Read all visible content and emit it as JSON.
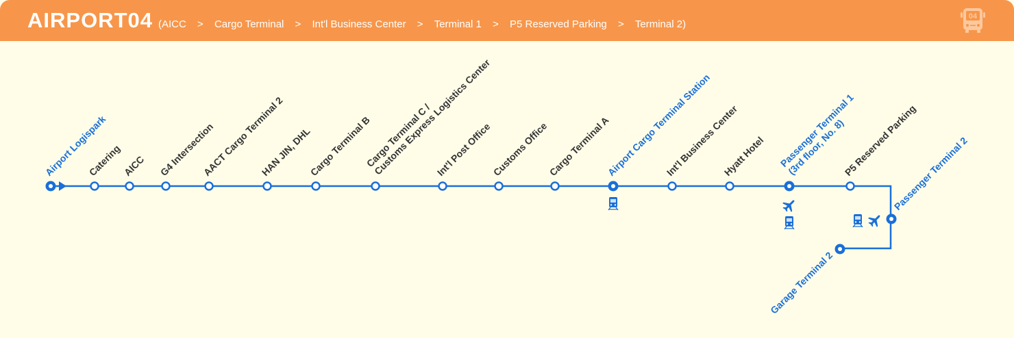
{
  "header": {
    "route_number": "AIRPORT04",
    "path_open": "(",
    "path": [
      "AICC",
      "Cargo Terminal",
      "Int'l Business Center",
      "Terminal 1",
      "P5 Reserved Parking",
      "Terminal 2"
    ],
    "path_close": ")",
    "separator": ">",
    "bus_badge": "04"
  },
  "colors": {
    "header": "#f7964a",
    "line": "#1a6fd8",
    "background": "#fffde8",
    "label": "#333333"
  },
  "stations": [
    {
      "lines": [
        "Airport Logispark"
      ],
      "major": true,
      "icons": []
    },
    {
      "lines": [
        "Catering"
      ],
      "major": false,
      "icons": []
    },
    {
      "lines": [
        "AICC"
      ],
      "major": false,
      "icons": []
    },
    {
      "lines": [
        "G4 Intersection"
      ],
      "major": false,
      "icons": []
    },
    {
      "lines": [
        "AACT Cargo Terminal 2"
      ],
      "major": false,
      "icons": []
    },
    {
      "lines": [
        "HAN JIN, DHL"
      ],
      "major": false,
      "icons": []
    },
    {
      "lines": [
        "Cargo Terminal B"
      ],
      "major": false,
      "icons": []
    },
    {
      "lines": [
        "Cargo Terminal C /",
        "Customs Express Logistics Center"
      ],
      "major": false,
      "icons": []
    },
    {
      "lines": [
        "Int'l Post Office"
      ],
      "major": false,
      "icons": []
    },
    {
      "lines": [
        "Customs Office"
      ],
      "major": false,
      "icons": []
    },
    {
      "lines": [
        "Cargo Terminal A"
      ],
      "major": false,
      "icons": []
    },
    {
      "lines": [
        "Airport Cargo Terminal Station"
      ],
      "major": true,
      "icons": [
        "train-icon"
      ]
    },
    {
      "lines": [
        "Int'l Business Center"
      ],
      "major": false,
      "icons": []
    },
    {
      "lines": [
        "Hyatt Hotel"
      ],
      "major": false,
      "icons": []
    },
    {
      "lines": [
        "Passenger Terminal 1",
        "(3rd floor, No. 8)"
      ],
      "major": true,
      "icons": [
        "airplane-icon",
        "train-icon"
      ]
    },
    {
      "lines": [
        "P5 Reserved Parking"
      ],
      "major": false,
      "icons": []
    },
    {
      "lines": [
        "Passenger Terminal 2"
      ],
      "major": true,
      "icons": [
        "train-icon",
        "airplane-icon"
      ]
    },
    {
      "lines": [
        "Garage Terminal 2"
      ],
      "major": true,
      "icons": []
    }
  ]
}
